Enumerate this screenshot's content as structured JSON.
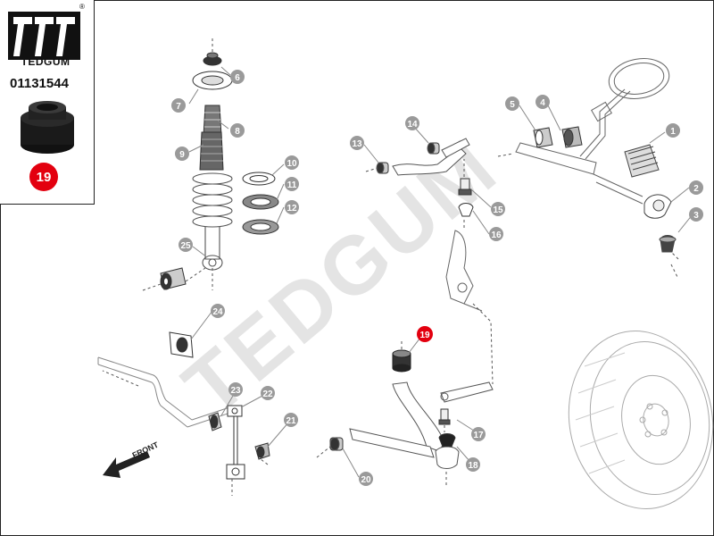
{
  "header": {
    "brand": "TEDGUM",
    "registered_mark": "®",
    "part_number": "01131544",
    "highlight_position": "19"
  },
  "watermark": "TEDGUM",
  "front_label": "FRONT",
  "callouts": {
    "c1": "1",
    "c2": "2",
    "c3": "3",
    "c4": "4",
    "c5": "5",
    "c6": "6",
    "c7": "7",
    "c8": "8",
    "c9": "9",
    "c10": "10",
    "c11": "11",
    "c12": "12",
    "c13": "13",
    "c14": "14",
    "c15": "15",
    "c16": "16",
    "c17": "17",
    "c18": "18",
    "c19": "19",
    "c20": "20",
    "c21": "21",
    "c22": "22",
    "c23": "23",
    "c24": "24",
    "c25": "25"
  },
  "colors": {
    "callout_gray": "#9a9a9a",
    "highlight_red": "#e3000f",
    "line": "#555555",
    "watermark": "#e4e4e4"
  }
}
